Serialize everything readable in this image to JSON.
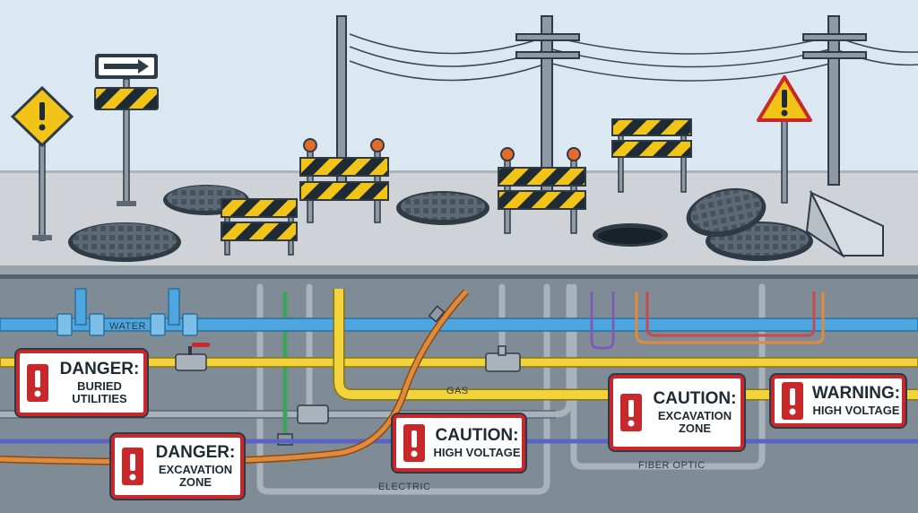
{
  "labels": {
    "water": "WATER",
    "gas": "GAS",
    "electric": "ELECTRIC",
    "fiber": "FIBER OPTIC"
  },
  "signs": {
    "danger_buried": {
      "title": "DANGER:",
      "sub": "BURIED UTILITIES"
    },
    "danger_excavation": {
      "title": "DANGER:",
      "sub": "EXCAVATION ZONE"
    },
    "caution_voltage": {
      "title": "CAUTION:",
      "sub": "HIGH VOLTAGE"
    },
    "caution_excavation": {
      "title": "CAUTION:",
      "sub": "EXCAVATION ZONE"
    },
    "warning_voltage": {
      "title": "WARNING:",
      "sub": "HIGH VOLTAGE"
    }
  },
  "colors": {
    "sky": "#dbe8f1",
    "road": "#cfd3d8",
    "underground": "#7f8c96",
    "water_pipe": "#4da6e0",
    "gas_pipe": "#f2d43a",
    "electric_cable": "#e08a3c",
    "fiber_cable": "#5a64c8",
    "sign_red": "#c8282b",
    "hazard_yellow": "#f2c418"
  },
  "icons": [
    "warning-sign-icon",
    "arrow-sign-icon",
    "manhole-cover-icon",
    "barricade-icon",
    "utility-pole-icon",
    "exclamation-icon"
  ]
}
